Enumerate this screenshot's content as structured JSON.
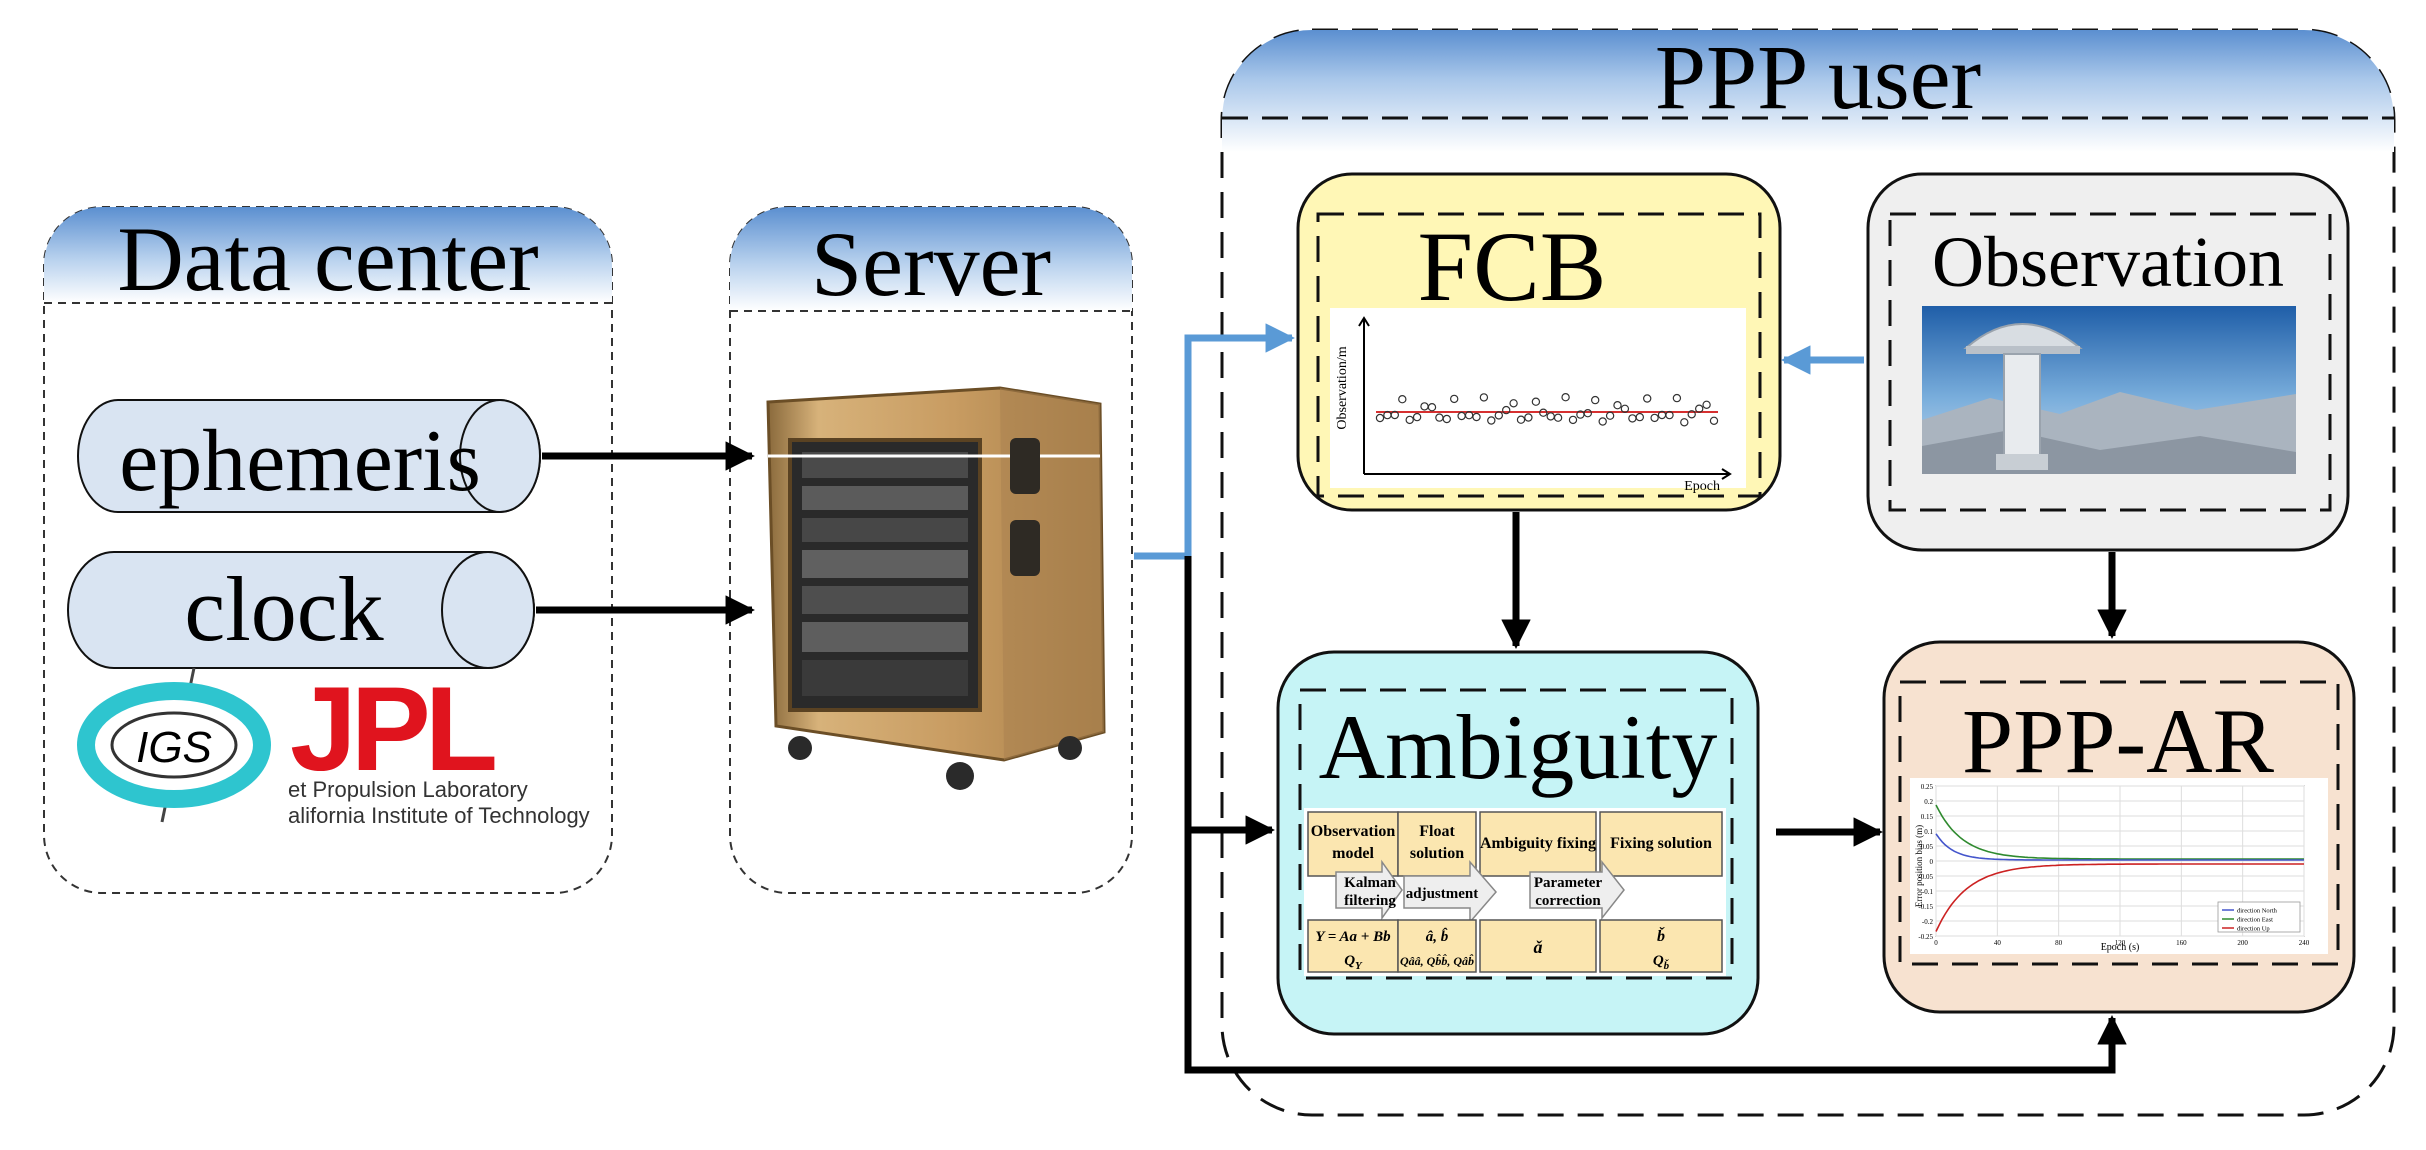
{
  "groups": {
    "data_center": {
      "title": "Data center"
    },
    "server": {
      "title": "Server"
    },
    "ppp_user": {
      "title": "PPP user"
    }
  },
  "data_center": {
    "ephemeris_label": "ephemeris",
    "clock_label": "clock",
    "igs_logo_text": "IGS",
    "jpl_logo_text": "JPL",
    "jpl_line1": "et Propulsion Laboratory",
    "jpl_line2": "alifornia Institute of Technology"
  },
  "fcb": {
    "title": "FCB",
    "ylabel": "Observation/m",
    "xlabel": "Epoch"
  },
  "observation": {
    "title": "Observation"
  },
  "ambiguity": {
    "title": "Ambiguity",
    "steps": {
      "observation_model": [
        "Observation",
        "model"
      ],
      "float_solution": [
        "Float",
        "solution"
      ],
      "ambiguity_fixing": "Ambiguity fixing",
      "fixing_solution": "Fixing solution",
      "kalman_filtering": [
        "Kalman",
        "filtering"
      ],
      "adjustment": "adjustment",
      "parameter_correction": [
        "Parameter",
        "correction"
      ]
    },
    "formulas": {
      "model_eq": "Y = Aa + Bb",
      "model_q": "Q",
      "model_q_sub": "Y",
      "float_est": "â, b̂",
      "float_q": "Qââ, Qb̂b̂, Qâb̂",
      "fixed_a": "ǎ",
      "fixed_b": "b̌",
      "fixed_q": "Q",
      "fixed_q_sub": "b̌"
    }
  },
  "ppp_ar": {
    "title": "PPP-AR",
    "ylabel": "Error position bias (m)",
    "xlabel": "Epoch (s)",
    "yticks": [
      "0.25",
      "0.2",
      "0.15",
      "0.1",
      "0.05",
      "0",
      "-0.05",
      "-0.1",
      "-0.15",
      "-0.2",
      "-0.25"
    ],
    "xticks": [
      "0",
      "40",
      "80",
      "120",
      "160",
      "200",
      "240"
    ],
    "legend": [
      "direction North",
      "direction East",
      "direction Up"
    ]
  },
  "colors": {
    "header_gradient_top": "#5b8fd0",
    "fcb_fill": "#fff7b6",
    "observation_fill": "#efefef",
    "ambiguity_fill": "#c6f4f6",
    "ppp_ar_fill": "#f7e2d0",
    "blue_arrow": "#5a9ad6",
    "fit_line": "#d63030",
    "cylinder_fill": "#d9e4f2",
    "igs_ring": "#2ec5cf",
    "jpl_red": "#e0141e",
    "series_north": "#4455cc",
    "series_east": "#2f8a2f",
    "series_up": "#cc2222"
  }
}
